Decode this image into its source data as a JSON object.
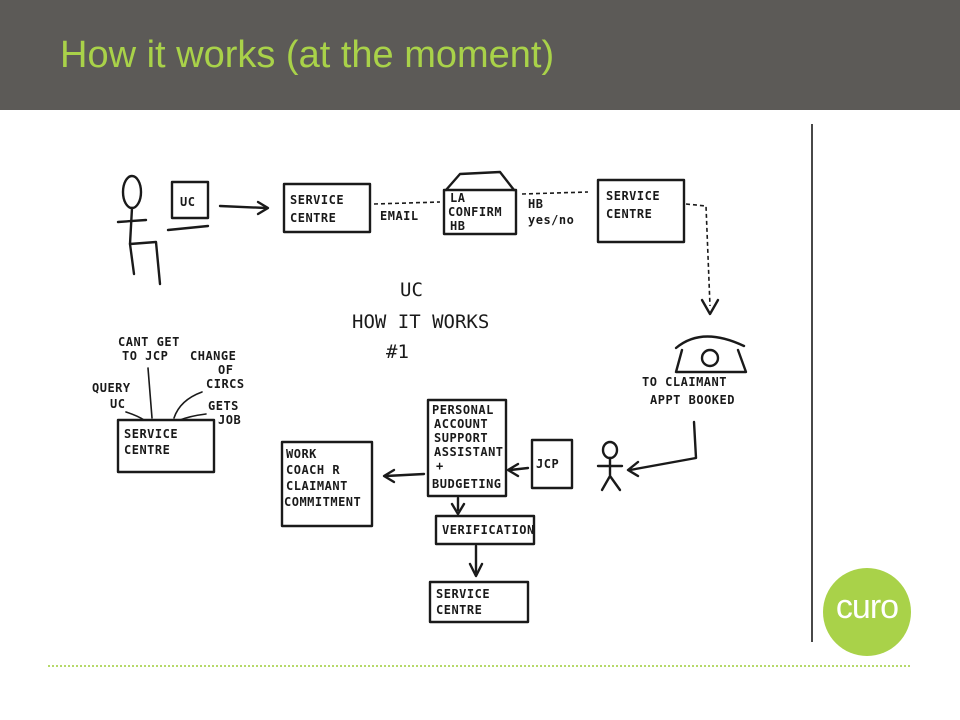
{
  "slide": {
    "title": "How it works (at the moment)",
    "logo_text": "curo",
    "colors": {
      "header_bg": "#5c5a57",
      "title": "#a9d249",
      "logo_bg": "#a9d249"
    }
  },
  "diagram": {
    "center_label": [
      "UC",
      "HOW IT WORKS",
      "#1"
    ],
    "nodes": {
      "computer": "UC",
      "service_centre_1": [
        "SERVICE",
        "CENTRE"
      ],
      "la_confirm": [
        "LA",
        "CONFIRM",
        "HB"
      ],
      "service_centre_2": [
        "SERVICE",
        "CENTRE"
      ],
      "phone_caption": [
        "TO CLAIMANT",
        "APPT BOOKED"
      ],
      "jcp": "JCP",
      "pasa": [
        "PERSONAL",
        "ACCOUNT",
        "SUPPORT",
        "ASSISTANT",
        "+",
        "BUDGETING"
      ],
      "work_coach": [
        "WORK",
        "COACH R",
        "CLAIMANT",
        "COMMITMENT"
      ],
      "verification": "VERIFICATION",
      "service_centre_3": [
        "SERVICE",
        "CENTRE"
      ],
      "service_centre_4": [
        "SERVICE",
        "CENTRE"
      ]
    },
    "edge_labels": {
      "email": "EMAIL",
      "hb_yes_no": [
        "HB",
        "yes/no"
      ]
    },
    "branches": {
      "cant_get": [
        "CANT GET",
        "TO JCP"
      ],
      "change": [
        "CHANGE",
        "OF",
        "CIRCS"
      ],
      "query": [
        "QUERY",
        "UC"
      ],
      "gets_job": [
        "GETS",
        "JOB"
      ]
    }
  }
}
